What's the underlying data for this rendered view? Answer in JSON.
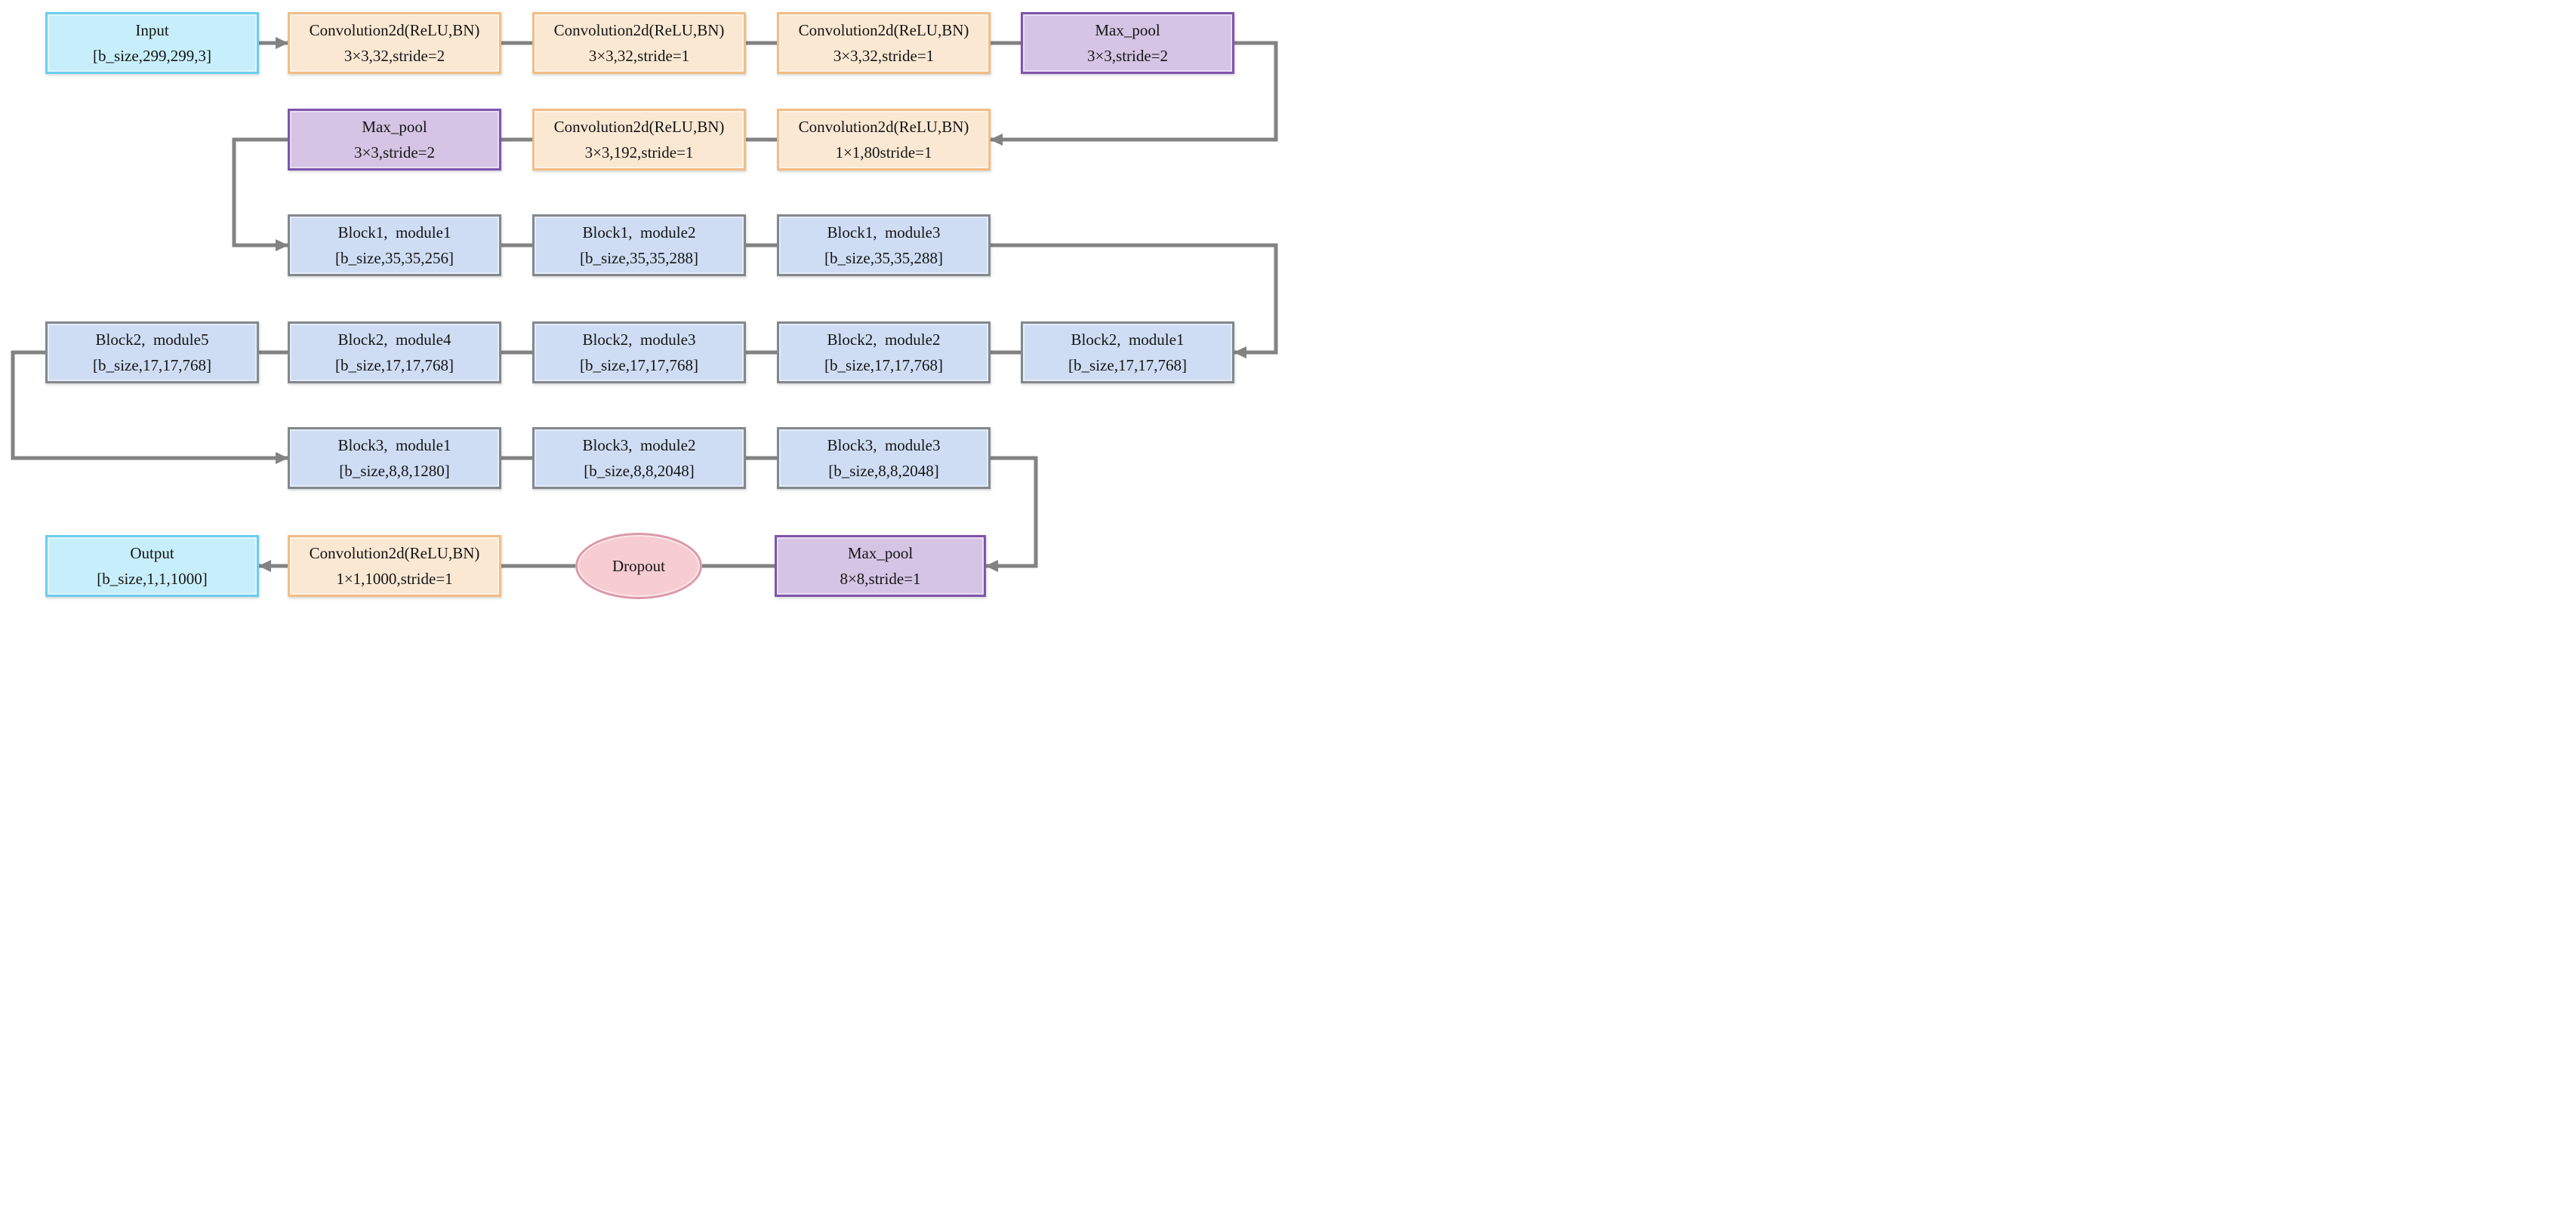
{
  "diagram": {
    "connector_color": "#828282",
    "types": {
      "input": {
        "fill": "#C7EFFB",
        "border": "#6CCDEE"
      },
      "conv": {
        "fill": "#FAE8D3",
        "border": "#F2BD84"
      },
      "pool": {
        "fill": "#D5C4E4",
        "border": "#7E55AD"
      },
      "block": {
        "fill": "#CEDDF3",
        "border": "#82888D"
      },
      "dropout": {
        "fill": "#F7CCD2",
        "border": "#DB9AA8"
      },
      "output": {
        "fill": "#C7EFFB",
        "border": "#6CCDEE"
      }
    },
    "nodes": [
      {
        "id": "input",
        "type": "input",
        "shape": "rect",
        "line1": "Input",
        "line2": "[b_size,299,299,3]"
      },
      {
        "id": "conv1",
        "type": "conv",
        "shape": "rect",
        "line1": "Convolution2d(ReLU,BN)",
        "line2": "3×3,32,stride=2"
      },
      {
        "id": "conv2",
        "type": "conv",
        "shape": "rect",
        "line1": "Convolution2d(ReLU,BN)",
        "line2": "3×3,32,stride=1"
      },
      {
        "id": "conv3",
        "type": "conv",
        "shape": "rect",
        "line1": "Convolution2d(ReLU,BN)",
        "line2": "3×3,32,stride=1"
      },
      {
        "id": "pool1",
        "type": "pool",
        "shape": "rect",
        "line1": "Max_pool",
        "line2": "3×3,stride=2"
      },
      {
        "id": "pool2",
        "type": "pool",
        "shape": "rect",
        "line1": "Max_pool",
        "line2": "3×3,stride=2"
      },
      {
        "id": "conv4",
        "type": "conv",
        "shape": "rect",
        "line1": "Convolution2d(ReLU,BN)",
        "line2": "3×3,192,stride=1"
      },
      {
        "id": "conv5",
        "type": "conv",
        "shape": "rect",
        "line1": "Convolution2d(ReLU,BN)",
        "line2": "1×1,80stride=1"
      },
      {
        "id": "b1m1",
        "type": "block",
        "shape": "rect",
        "line1": "Block1,  module1",
        "line2": "[b_size,35,35,256]"
      },
      {
        "id": "b1m2",
        "type": "block",
        "shape": "rect",
        "line1": "Block1,  module2",
        "line2": "[b_size,35,35,288]"
      },
      {
        "id": "b1m3",
        "type": "block",
        "shape": "rect",
        "line1": "Block1,  module3",
        "line2": "[b_size,35,35,288]"
      },
      {
        "id": "b2m5",
        "type": "block",
        "shape": "rect",
        "line1": "Block2,  module5",
        "line2": "[b_size,17,17,768]"
      },
      {
        "id": "b2m4",
        "type": "block",
        "shape": "rect",
        "line1": "Block2,  module4",
        "line2": "[b_size,17,17,768]"
      },
      {
        "id": "b2m3",
        "type": "block",
        "shape": "rect",
        "line1": "Block2,  module3",
        "line2": "[b_size,17,17,768]"
      },
      {
        "id": "b2m2",
        "type": "block",
        "shape": "rect",
        "line1": "Block2,  module2",
        "line2": "[b_size,17,17,768]"
      },
      {
        "id": "b2m1",
        "type": "block",
        "shape": "rect",
        "line1": "Block2,  module1",
        "line2": "[b_size,17,17,768]"
      },
      {
        "id": "b3m1",
        "type": "block",
        "shape": "rect",
        "line1": "Block3,  module1",
        "line2": "[b_size,8,8,1280]"
      },
      {
        "id": "b3m2",
        "type": "block",
        "shape": "rect",
        "line1": "Block3,  module2",
        "line2": "[b_size,8,8,2048]"
      },
      {
        "id": "b3m3",
        "type": "block",
        "shape": "rect",
        "line1": "Block3,  module3",
        "line2": "[b_size,8,8,2048]"
      },
      {
        "id": "output",
        "type": "output",
        "shape": "rect",
        "line1": "Output",
        "line2": "[b_size,1,1,1000]"
      },
      {
        "id": "conv6",
        "type": "conv",
        "shape": "rect",
        "line1": "Convolution2d(ReLU,BN)",
        "line2": "1×1,1000,stride=1"
      },
      {
        "id": "dropout",
        "type": "dropout",
        "shape": "ellipse",
        "line1": "Dropout",
        "line2": ""
      },
      {
        "id": "pool3",
        "type": "pool",
        "shape": "rect",
        "line1": "Max_pool",
        "line2": "8×8,stride=1"
      }
    ],
    "edges": [
      {
        "from": "input",
        "to": "conv1",
        "arrow": true
      },
      {
        "from": "conv1",
        "to": "conv2",
        "arrow": false
      },
      {
        "from": "conv2",
        "to": "conv3",
        "arrow": false
      },
      {
        "from": "conv3",
        "to": "pool1",
        "arrow": false
      },
      {
        "from": "pool1",
        "to": "conv5",
        "arrow": true
      },
      {
        "from": "conv5",
        "to": "conv4",
        "arrow": false
      },
      {
        "from": "conv4",
        "to": "pool2",
        "arrow": false
      },
      {
        "from": "pool2",
        "to": "b1m1",
        "arrow": true
      },
      {
        "from": "b1m1",
        "to": "b1m2",
        "arrow": false
      },
      {
        "from": "b1m2",
        "to": "b1m3",
        "arrow": false
      },
      {
        "from": "b1m3",
        "to": "b2m1",
        "arrow": true
      },
      {
        "from": "b2m1",
        "to": "b2m2",
        "arrow": false
      },
      {
        "from": "b2m2",
        "to": "b2m3",
        "arrow": false
      },
      {
        "from": "b2m3",
        "to": "b2m4",
        "arrow": false
      },
      {
        "from": "b2m4",
        "to": "b2m5",
        "arrow": false
      },
      {
        "from": "b2m5",
        "to": "b3m1",
        "arrow": true
      },
      {
        "from": "b3m1",
        "to": "b3m2",
        "arrow": false
      },
      {
        "from": "b3m2",
        "to": "b3m3",
        "arrow": false
      },
      {
        "from": "b3m3",
        "to": "pool3",
        "arrow": true
      },
      {
        "from": "pool3",
        "to": "dropout",
        "arrow": false
      },
      {
        "from": "dropout",
        "to": "conv6",
        "arrow": false
      },
      {
        "from": "conv6",
        "to": "output",
        "arrow": true
      }
    ]
  }
}
